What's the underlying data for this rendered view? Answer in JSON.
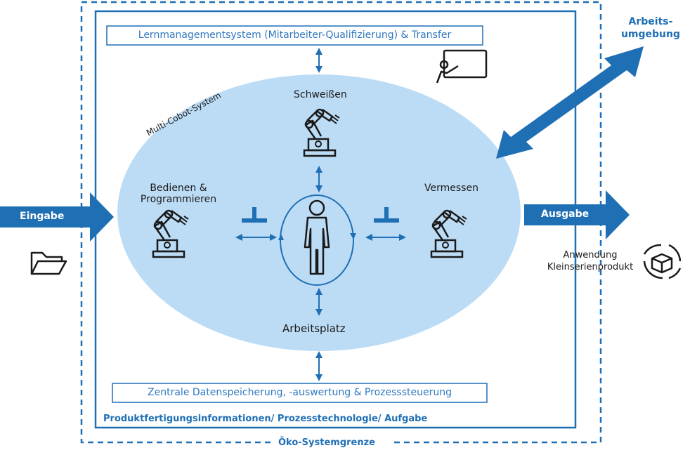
{
  "outer_boundary_label": "Öko-Systemgrenze",
  "inner_boundary_label": "Produktfertigungsinformationen/ Prozesstechnologie/ Aufgabe",
  "top_box_text": "Lernmanagementsystem (Mitarbeiter-Qualifizierung)  & Transfer",
  "bottom_box_text": "Zentrale Datenspeicherung, -auswertung & Prozesssteuerung",
  "ellipse_label": "Multi-Cobot-System",
  "stations": {
    "top": "Schweißen",
    "left_line1": "Bedienen &",
    "left_line2": "Programmieren",
    "right": "Vermessen",
    "center": "Arbeitsplatz"
  },
  "arrows": {
    "input": "Eingabe",
    "output": "Ausgabe",
    "environment_line1": "Arbeits-",
    "environment_line2": "umgebung"
  },
  "application": {
    "line1": "Anwendung",
    "line2": "Kleinserienprodukt"
  },
  "colors": {
    "primary_blue": "#1f6fb5",
    "ellipse_fill": "#bcdcf6",
    "box_text": "#2f78c0"
  }
}
